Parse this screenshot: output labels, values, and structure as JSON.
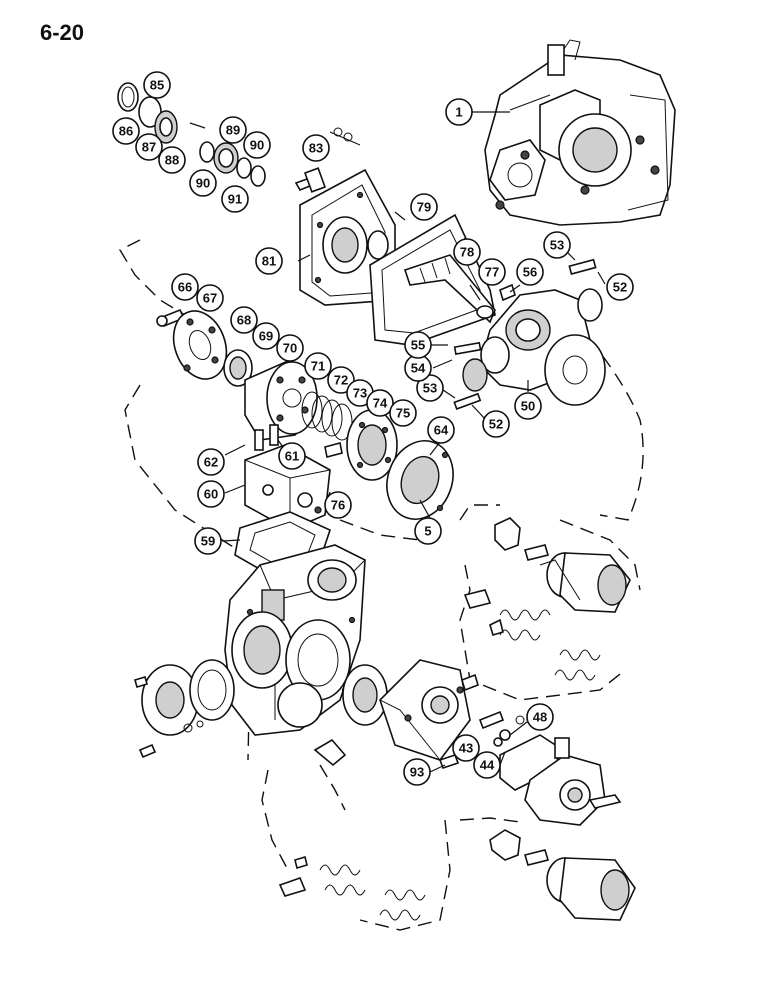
{
  "page_number": "6-20",
  "callouts": [
    {
      "id": "1",
      "label": "1"
    },
    {
      "id": "5",
      "label": "5"
    },
    {
      "id": "43",
      "label": "43"
    },
    {
      "id": "44",
      "label": "44"
    },
    {
      "id": "48",
      "label": "48"
    },
    {
      "id": "50",
      "label": "50"
    },
    {
      "id": "52a",
      "label": "52"
    },
    {
      "id": "52b",
      "label": "52"
    },
    {
      "id": "53a",
      "label": "53"
    },
    {
      "id": "53b",
      "label": "53"
    },
    {
      "id": "54",
      "label": "54"
    },
    {
      "id": "55",
      "label": "55"
    },
    {
      "id": "56",
      "label": "56"
    },
    {
      "id": "59",
      "label": "59"
    },
    {
      "id": "60",
      "label": "60"
    },
    {
      "id": "61",
      "label": "61"
    },
    {
      "id": "62",
      "label": "62"
    },
    {
      "id": "64",
      "label": "64"
    },
    {
      "id": "66",
      "label": "66"
    },
    {
      "id": "67",
      "label": "67"
    },
    {
      "id": "68",
      "label": "68"
    },
    {
      "id": "69",
      "label": "69"
    },
    {
      "id": "70",
      "label": "70"
    },
    {
      "id": "71",
      "label": "71"
    },
    {
      "id": "72",
      "label": "72"
    },
    {
      "id": "73",
      "label": "73"
    },
    {
      "id": "74",
      "label": "74"
    },
    {
      "id": "75",
      "label": "75"
    },
    {
      "id": "76",
      "label": "76"
    },
    {
      "id": "77",
      "label": "77"
    },
    {
      "id": "78",
      "label": "78"
    },
    {
      "id": "79",
      "label": "79"
    },
    {
      "id": "81",
      "label": "81"
    },
    {
      "id": "83",
      "label": "83"
    },
    {
      "id": "85",
      "label": "85"
    },
    {
      "id": "86",
      "label": "86"
    },
    {
      "id": "87",
      "label": "87"
    },
    {
      "id": "88",
      "label": "88"
    },
    {
      "id": "89",
      "label": "89"
    },
    {
      "id": "90a",
      "label": "90"
    },
    {
      "id": "90b",
      "label": "90"
    },
    {
      "id": "91",
      "label": "91"
    },
    {
      "id": "93",
      "label": "93"
    }
  ]
}
